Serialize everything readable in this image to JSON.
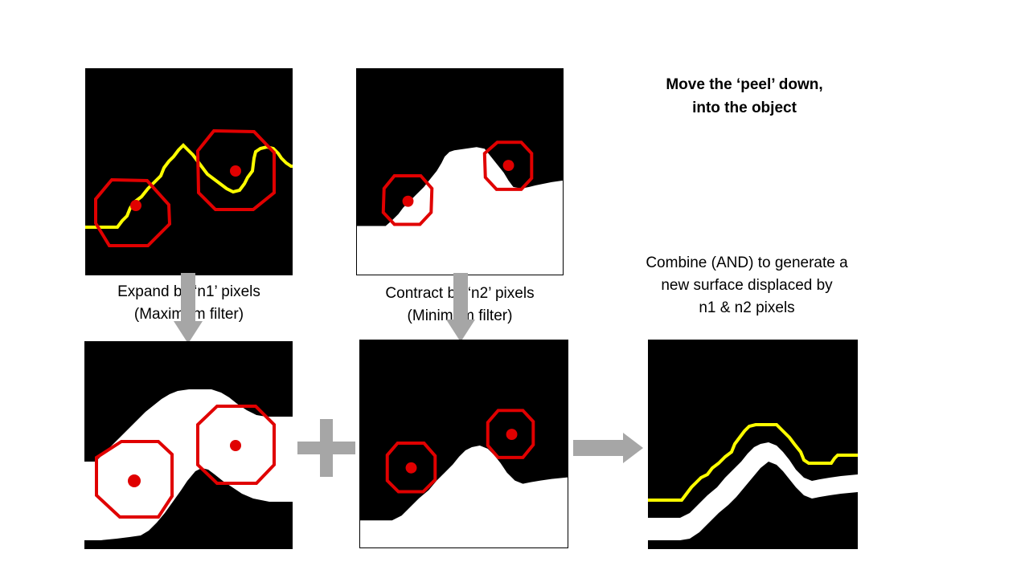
{
  "title": {
    "line1": "Move the ‘peel’ down,",
    "line2": "into the object"
  },
  "labels": {
    "expand_line1": "Expand by ‘n1’ pixels",
    "expand_line2": "(Maximum filter)",
    "contract_line1": "Contract by ‘n2’ pixels",
    "contract_line2": "(Minimum filter)",
    "combine_line1": "Combine (AND) to generate a",
    "combine_line2": "new surface displaced by",
    "combine_line3": "n1 & n2 pixels"
  },
  "colors": {
    "background": "#000000",
    "object": "#ffffff",
    "surface": "#ffff00",
    "kernel": "#e00000",
    "arrow": "#a6a6a6"
  }
}
